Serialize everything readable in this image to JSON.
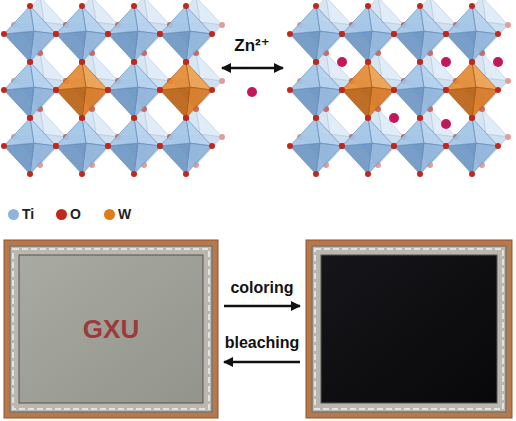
{
  "diagram": {
    "labels": [
      "Zn²⁺",
      "GXU",
      "coloring",
      "bleaching"
    ],
    "legend": [
      {
        "text": "Ti",
        "color": "#8fb4d9"
      },
      {
        "text": "O",
        "color": "#c0281e"
      },
      {
        "text": "W",
        "color": "#e07b1a"
      }
    ]
  }
}
